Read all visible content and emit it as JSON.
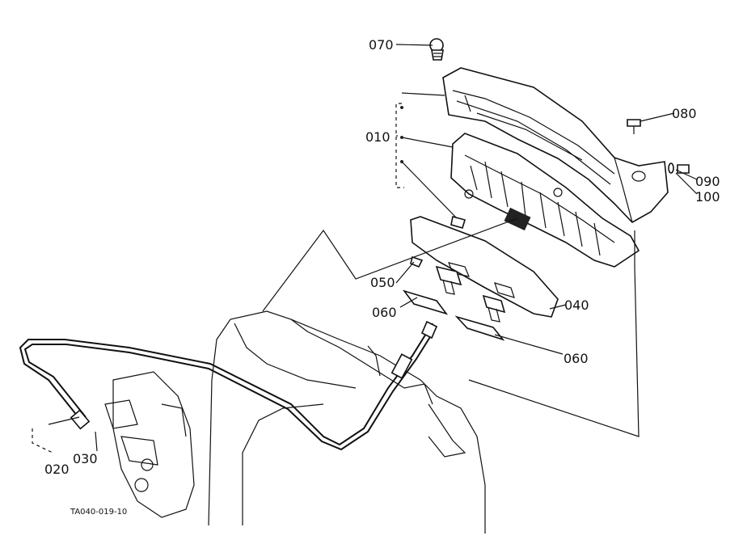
{
  "callouts": {
    "p010": "010",
    "p020": "020",
    "p030": "030",
    "p040": "040",
    "p050": "050",
    "p060a": "060",
    "p060b": "060",
    "p070": "070",
    "p080": "080",
    "p090": "090",
    "p100": "100"
  },
  "figure_code": "TA040-019-10"
}
